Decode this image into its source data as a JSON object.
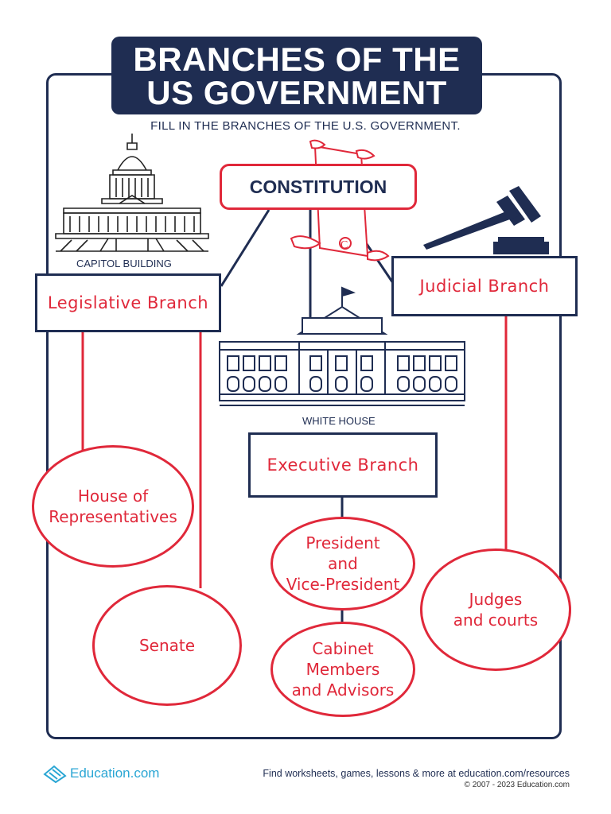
{
  "title": {
    "line1": "BRANCHES OF THE",
    "line2": "US GOVERNMENT"
  },
  "subtitle": "FILL IN THE BRANCHES OF THE U.S. GOVERNMENT.",
  "constitution": "CONSTITUTION",
  "captions": {
    "capitol": "CAPITOL BUILDING",
    "white_house": "WHITE HOUSE"
  },
  "branches": {
    "legislative": "Legislative Branch",
    "executive": "Executive Branch",
    "judicial": "Judicial Branch"
  },
  "ovals": {
    "house": "House of\nRepresentatives",
    "senate": "Senate",
    "president": "President\nand\nVice-President",
    "cabinet": "Cabinet Members\nand Advisors",
    "judges": "Judges\nand courts"
  },
  "footer": {
    "brand": "Education.com",
    "tagline": "Find worksheets, games, lessons & more at education.com/resources",
    "copyright": "© 2007 - 2023 Education.com"
  },
  "colors": {
    "navy": "#1f2d52",
    "red": "#e0283a",
    "brand_blue": "#2aa6d4"
  },
  "icons": [
    "capitol-building-icon",
    "scroll-icon",
    "gavel-icon",
    "white-house-icon",
    "education-logo-icon"
  ]
}
